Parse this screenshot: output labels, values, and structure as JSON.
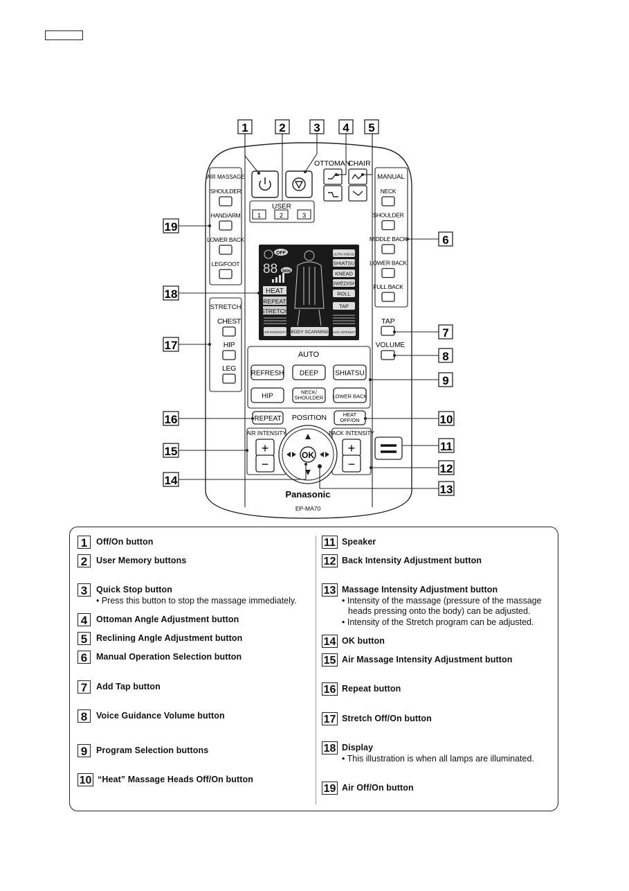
{
  "remote": {
    "callouts": [
      "1",
      "2",
      "3",
      "4",
      "5",
      "6",
      "7",
      "8",
      "9",
      "10",
      "11",
      "12",
      "13",
      "14",
      "15",
      "16",
      "17",
      "18",
      "19"
    ],
    "air_massage": {
      "title": "AIR MASSAGE",
      "items": [
        "SHOULDER",
        "HAND/ARM",
        "LOWER BACK",
        "LEG/FOOT"
      ]
    },
    "stretch": {
      "title": "STRETCH",
      "items": [
        "CHEST",
        "HIP",
        "LEG"
      ]
    },
    "manual": {
      "title": "MANUAL",
      "items": [
        "NECK",
        "SHOULDER",
        "MIDDLE BACK",
        "LOWER BACK",
        "FULL BACK"
      ]
    },
    "top_labels": {
      "ottoman": "OTTOMAN",
      "chair": "CHAIR",
      "user": "USER",
      "user_buttons": [
        "1",
        "2",
        "3"
      ]
    },
    "tap_label": "TAP",
    "volume_label": "VOLUME",
    "display": {
      "off": "OFF",
      "digits": "88",
      "min": "MIN",
      "modes": [
        "HEAT",
        "REPEAT",
        "STRETCH"
      ],
      "techniques": [
        "ULTRA KNEAD",
        "SHIATSU",
        "KNEAD",
        "SWEDISH",
        "ROLL",
        "TAP"
      ],
      "air_intensity": "AIR INTENSITY",
      "body_scanning": "BODY SCANNING",
      "back_intensity": "BACK INTENSITY"
    },
    "auto": {
      "title": "AUTO",
      "programs": [
        "REFRESH",
        "DEEP",
        "SHIATSU",
        "HIP",
        "NECK/ SHOULDER",
        "LOWER BACK"
      ]
    },
    "repeat_label": "REPEAT",
    "position_label": "POSITION",
    "heat_label": "HEAT OFF/ON",
    "air_intensity_label": "AIR INTENSITY",
    "back_intensity_label": "BACK INTENSITY",
    "ok_label": "OK",
    "plus": "+",
    "minus": "−",
    "brand": "Panasonic",
    "model": "EP-MA70"
  },
  "legend": {
    "left": [
      {
        "n": "1",
        "label": "Off/On button",
        "notes": []
      },
      {
        "n": "2",
        "label": "User Memory buttons",
        "notes": []
      },
      {
        "n": "3",
        "label": "Quick Stop button",
        "notes": [
          "• Press this button to stop the massage immediately."
        ]
      },
      {
        "n": "4",
        "label": "Ottoman Angle Adjustment button",
        "notes": []
      },
      {
        "n": "5",
        "label": "Reclining Angle Adjustment button",
        "notes": []
      },
      {
        "n": "6",
        "label": "Manual Operation Selection button",
        "notes": []
      },
      {
        "n": "7",
        "label": "Add Tap button",
        "notes": []
      },
      {
        "n": "8",
        "label": "Voice Guidance Volume button",
        "notes": []
      },
      {
        "n": "9",
        "label": "Program Selection buttons",
        "notes": []
      },
      {
        "n": "10",
        "label": "“Heat” Massage Heads Off/On button",
        "notes": []
      }
    ],
    "right": [
      {
        "n": "11",
        "label": "Speaker",
        "notes": []
      },
      {
        "n": "12",
        "label": "Back Intensity Adjustment button",
        "notes": []
      },
      {
        "n": "13",
        "label": "Massage Intensity Adjustment button",
        "notes": [
          "• Intensity of the massage (pressure of the massage",
          "heads pressing onto the body) can be adjusted.",
          "• Intensity of the Stretch program can be adjusted."
        ]
      },
      {
        "n": "14",
        "label": "OK button",
        "notes": []
      },
      {
        "n": "15",
        "label": "Air Massage Intensity Adjustment button",
        "notes": []
      },
      {
        "n": "16",
        "label": "Repeat button",
        "notes": []
      },
      {
        "n": "17",
        "label": "Stretch Off/On button",
        "notes": []
      },
      {
        "n": "18",
        "label": "Display",
        "notes": [
          "• This illustration is when all lamps are illuminated."
        ]
      },
      {
        "n": "19",
        "label": "Air Off/On button",
        "notes": []
      }
    ]
  }
}
